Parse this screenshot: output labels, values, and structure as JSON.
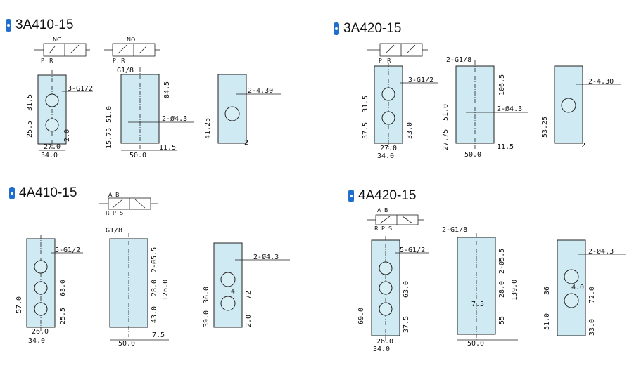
{
  "blocks": [
    {
      "title": "3A410-15",
      "symbols": [
        "NC",
        "NO"
      ],
      "ports": [
        "P",
        "R"
      ],
      "labels": [
        "G1/8",
        "3-G1/2",
        "2-Ø4.3",
        "2-4.30"
      ],
      "dims": [
        "31.5",
        "25.5",
        "2.0",
        "27.0",
        "34.0",
        "51.0",
        "84.5",
        "15.75",
        "50.0",
        "11.5",
        "41.25",
        "2"
      ]
    },
    {
      "title": "3A420-15",
      "ports": [
        "P",
        "R"
      ],
      "labels": [
        "2-G1/8",
        "3-G1/2",
        "2-Ø4.3",
        "2-4.30"
      ],
      "dims": [
        "31.5",
        "37.5",
        "33.0",
        "27.0",
        "34.0",
        "106.5",
        "51.0",
        "27.75",
        "50.0",
        "11.5",
        "53.25",
        "2"
      ]
    },
    {
      "title": "4A410-15",
      "ports": [
        "A",
        "B",
        "R",
        "P",
        "S"
      ],
      "labels": [
        "G1/8",
        "5-G1/2",
        "2-Ø4.3"
      ],
      "dims": [
        "57.0",
        "63.0",
        "25.5",
        "26.0",
        "34.0",
        "2-Ø5.5",
        "28.0",
        "126.0",
        "43.0",
        "50.0",
        "7.5",
        "39.0",
        "36.0",
        "4",
        "72",
        "2.0"
      ]
    },
    {
      "title": "4A420-15",
      "ports": [
        "A",
        "B",
        "R",
        "P",
        "S"
      ],
      "labels": [
        "2-G1/8",
        "5-G1/2",
        "2-Ø4.3"
      ],
      "dims": [
        "69.0",
        "63.0",
        "37.5",
        "26.0",
        "34.0",
        "2-Ø5.5",
        "28.0",
        "139.0",
        "7.5",
        "55",
        "50.0",
        "36",
        "4.0",
        "72.0",
        "51.0",
        "33.0"
      ]
    }
  ]
}
